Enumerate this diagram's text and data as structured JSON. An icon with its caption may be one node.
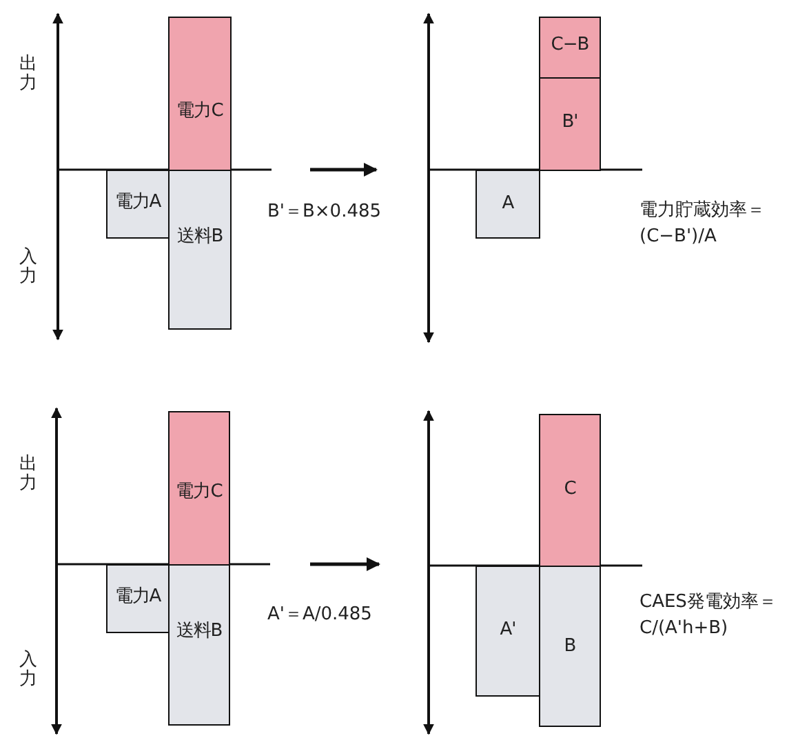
{
  "diagram": {
    "nodes": [
      {
        "text": [
          "電力C"
        ]
      },
      {
        "text": [
          "電力A"
        ]
      },
      {
        "text": [
          "送料B"
        ]
      },
      {
        "text": [
          "C−B"
        ]
      },
      {
        "text": [
          "B'"
        ]
      },
      {
        "text": [
          "A"
        ]
      },
      {
        "text": [
          "電力C"
        ]
      },
      {
        "text": [
          "電力A"
        ]
      },
      {
        "text": [
          "送料B"
        ]
      },
      {
        "text": [
          "C"
        ]
      },
      {
        "text": [
          "A'"
        ]
      },
      {
        "text": [
          "B"
        ]
      }
    ],
    "labels": [
      "出力",
      "入力",
      "B'＝B×0.485",
      "電力貯蔵効率＝(C−B')/A",
      "出力",
      "入力",
      "A'＝A/0.485",
      "CAES発電効率＝C/(A'h+B)"
    ]
  }
}
